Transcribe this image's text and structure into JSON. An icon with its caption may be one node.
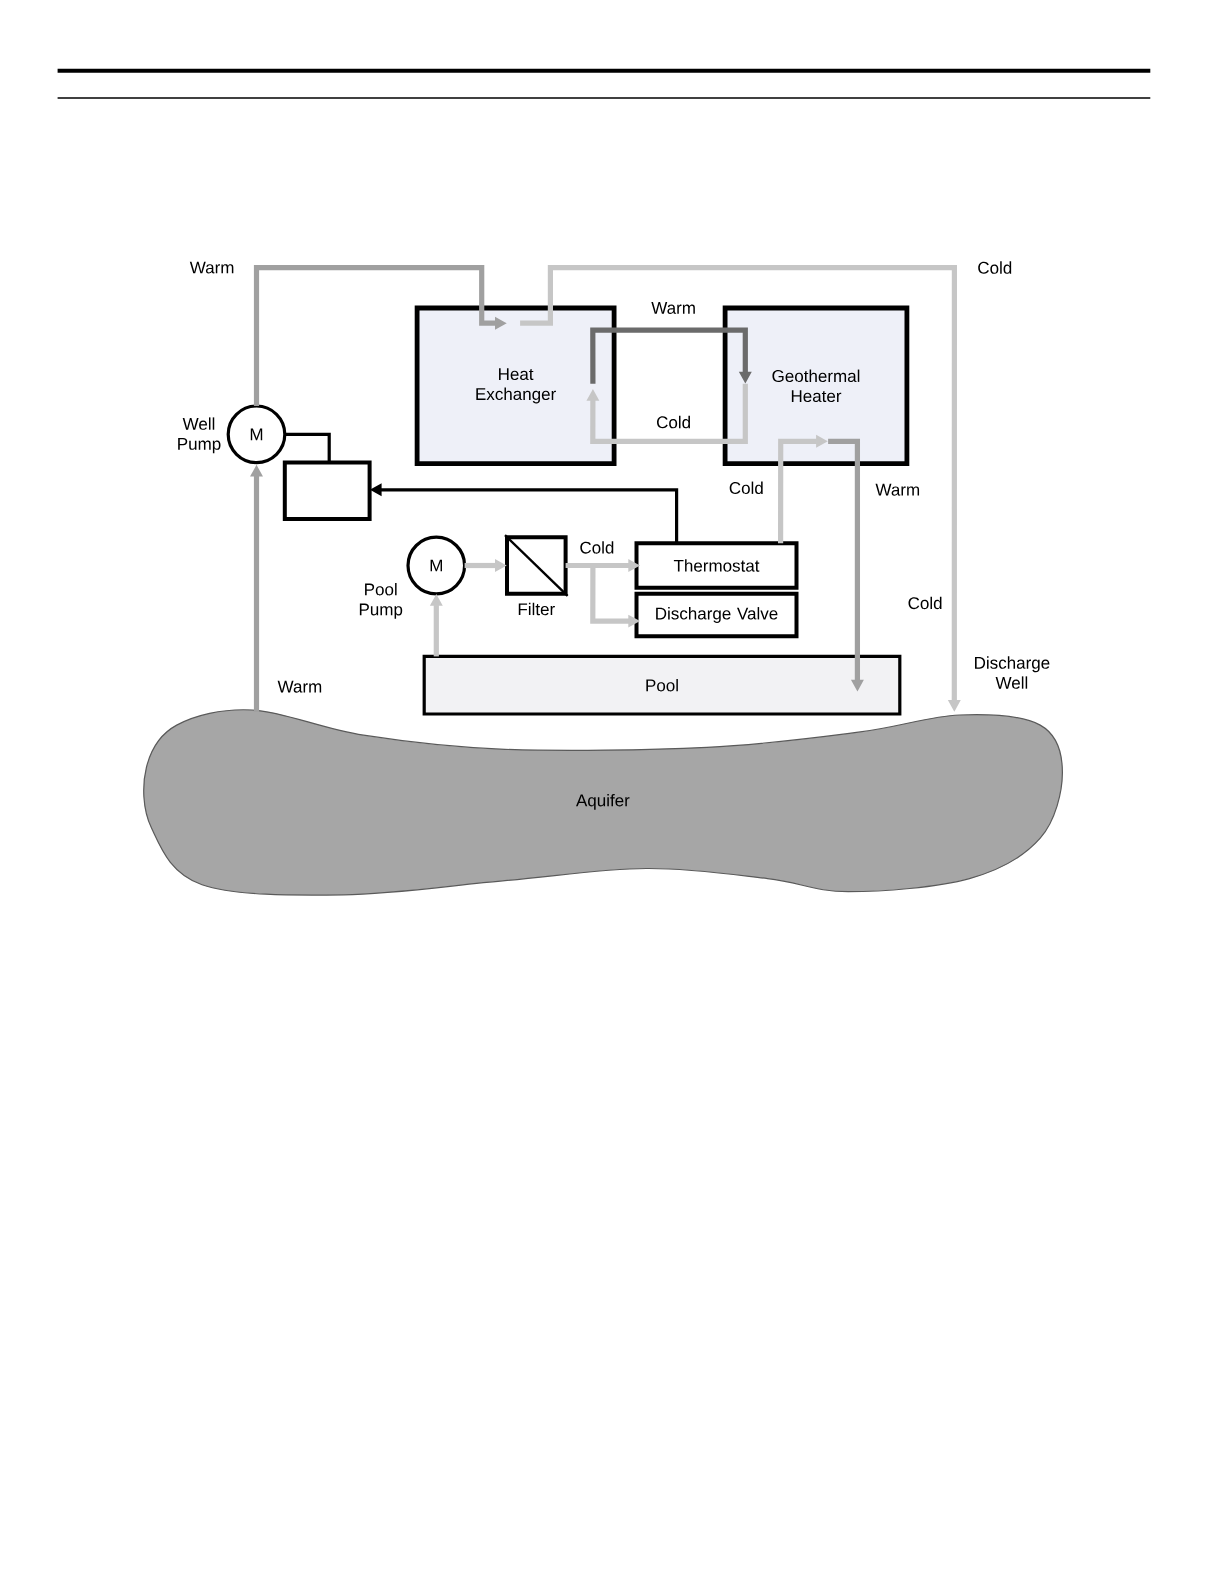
{
  "diagram": {
    "nodes": [
      {
        "text": [
          "Heat Exchanger"
        ]
      },
      {
        "text": [
          "Geothermal Heater"
        ]
      },
      {
        "text": [
          "M"
        ],
        "beside": [
          "Well Pump"
        ]
      },
      {
        "text": [],
        "shape": "box"
      },
      {
        "text": [
          "M"
        ],
        "beside": [
          "Pool Pump"
        ]
      },
      {
        "text": [],
        "shape": "box",
        "beside": [
          "Filter"
        ]
      },
      {
        "text": [
          "Thermostat"
        ]
      },
      {
        "text": [
          "Discharge Valve"
        ]
      },
      {
        "text": [
          "Pool"
        ]
      },
      {
        "text": [
          "Aquifer"
        ]
      }
    ],
    "edges": [
      {
        "from": 9,
        "to": 2,
        "arrow": "to",
        "label": "Warm",
        "color": "#a0a0a0"
      },
      {
        "from": 2,
        "to": 0,
        "arrow": "to",
        "label": "Warm",
        "color": "#a0a0a0"
      },
      {
        "from": 0,
        "to": 9,
        "arrow": "to",
        "label": "Cold"
      },
      {
        "from": 0,
        "to": 1,
        "arrow": "to",
        "label": "Warm",
        "color": "#6b6b6b"
      },
      {
        "from": 1,
        "to": 0,
        "arrow": "to",
        "label": "Cold"
      },
      {
        "from": 2,
        "to": 3,
        "arrow": "none",
        "color": "#000000"
      },
      {
        "from": 6,
        "to": 3,
        "arrow": "to",
        "color": "#000000"
      },
      {
        "from": 8,
        "to": 4,
        "arrow": "to"
      },
      {
        "from": 4,
        "to": 5,
        "arrow": "to"
      },
      {
        "from": 5,
        "to": 6,
        "arrow": "to",
        "label": "Cold"
      },
      {
        "from": 5,
        "to": 7,
        "arrow": "to"
      },
      {
        "from": 6,
        "to": 1,
        "arrow": "to",
        "label": "Cold"
      },
      {
        "from": 1,
        "to": 8,
        "arrow": "to",
        "label": "Warm",
        "color": "#a0a0a0"
      }
    ],
    "labels": [
      "Cold",
      "Discharge Well"
    ]
  }
}
